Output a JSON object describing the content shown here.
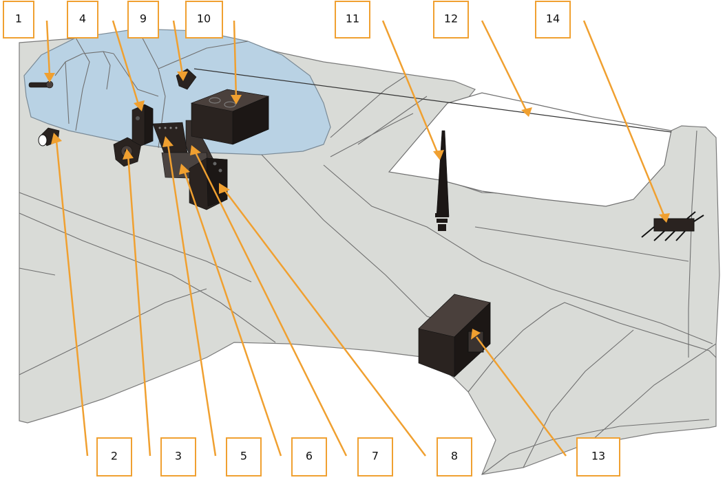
{
  "callouts": [
    "1",
    "2",
    "3",
    "4",
    "5",
    "6",
    "7",
    "8",
    "9",
    "10",
    "11",
    "12",
    "13",
    "14"
  ],
  "colors": {
    "accent": "#f0a030",
    "hull": "#d9dbd7",
    "canopy": "#b9d2e4",
    "component": "#2a2320"
  },
  "components": [
    {
      "id": "1",
      "icon": "pitot-probe-icon"
    },
    {
      "id": "2",
      "icon": "sensor-pod-icon"
    },
    {
      "id": "3",
      "icon": "round-indicator-unit-icon"
    },
    {
      "id": "4",
      "icon": "tall-control-box-icon"
    },
    {
      "id": "5",
      "icon": "keypad-unit-icon"
    },
    {
      "id": "6",
      "icon": "base-plate-unit-icon"
    },
    {
      "id": "7",
      "icon": "panel-plate-icon"
    },
    {
      "id": "8",
      "icon": "lower-box-unit-icon"
    },
    {
      "id": "9",
      "icon": "canopy-mounted-unit-icon"
    },
    {
      "id": "10",
      "icon": "large-avionics-box-icon"
    },
    {
      "id": "11",
      "icon": "antenna-mast-icon"
    },
    {
      "id": "12",
      "icon": "wire-antenna-icon"
    },
    {
      "id": "13",
      "icon": "rear-equipment-box-icon"
    },
    {
      "id": "14",
      "icon": "tail-antenna-array-icon"
    }
  ]
}
